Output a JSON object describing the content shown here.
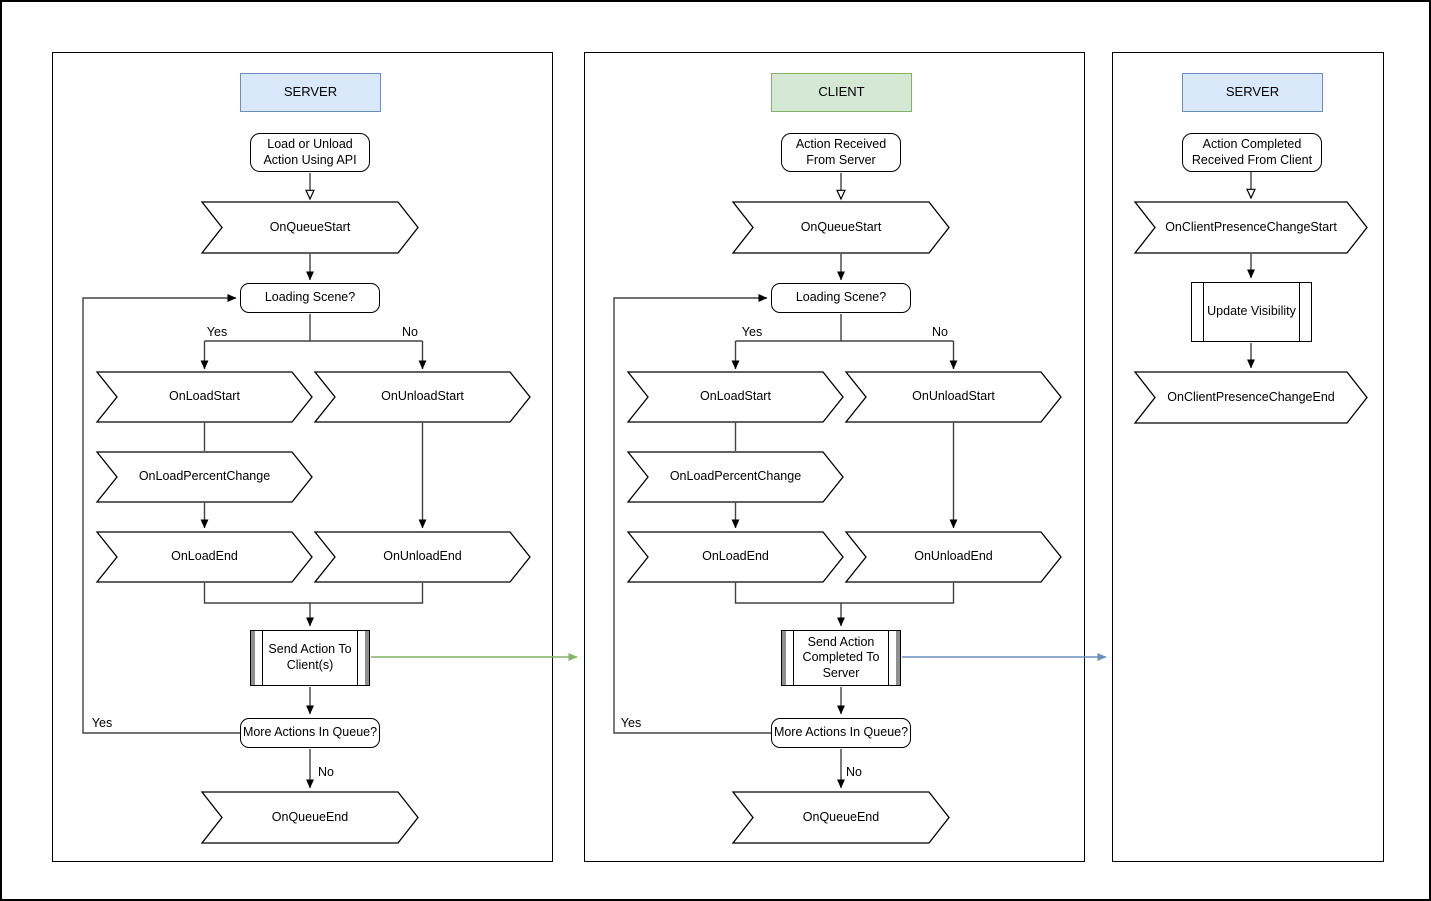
{
  "diagram": {
    "panels": [
      {
        "title": "SERVER",
        "title_fill": "#dae8fc",
        "title_border": "#6c8ebf",
        "start": "Load or Unload Action Using API",
        "queue_start": "OnQueueStart",
        "loading_scene": "Loading Scene?",
        "branch_yes": "Yes",
        "branch_no": "No",
        "load_start": "OnLoadStart",
        "unload_start": "OnUnloadStart",
        "load_percent_change": "OnLoadPercentChange",
        "load_end": "OnLoadEnd",
        "unload_end": "OnUnloadEnd",
        "send_action": "Send Action To Client(s)",
        "more_actions": "More Actions In Queue?",
        "loop_yes": "Yes",
        "exit_no": "No",
        "queue_end": "OnQueueEnd"
      },
      {
        "title": "CLIENT",
        "title_fill": "#d5e8d4",
        "title_border": "#82b366",
        "start": "Action Received From Server",
        "queue_start": "OnQueueStart",
        "loading_scene": "Loading Scene?",
        "branch_yes": "Yes",
        "branch_no": "No",
        "load_start": "OnLoadStart",
        "unload_start": "OnUnloadStart",
        "load_percent_change": "OnLoadPercentChange",
        "load_end": "OnLoadEnd",
        "unload_end": "OnUnloadEnd",
        "send_action": "Send Action Completed To Server",
        "more_actions": "More Actions In Queue?",
        "loop_yes": "Yes",
        "exit_no": "No",
        "queue_end": "OnQueueEnd"
      },
      {
        "title": "SERVER",
        "title_fill": "#dae8fc",
        "title_border": "#6c8ebf",
        "start": "Action Completed Received From Client",
        "presence_start": "OnClientPresenceChangeStart",
        "update_visibility": "Update Visibility",
        "presence_end": "OnClientPresenceChangeEnd"
      }
    ],
    "arrows": {
      "server_to_client_color": "#82b366",
      "client_to_server_color": "#6c8ebf",
      "connector_color": "#424242"
    }
  }
}
